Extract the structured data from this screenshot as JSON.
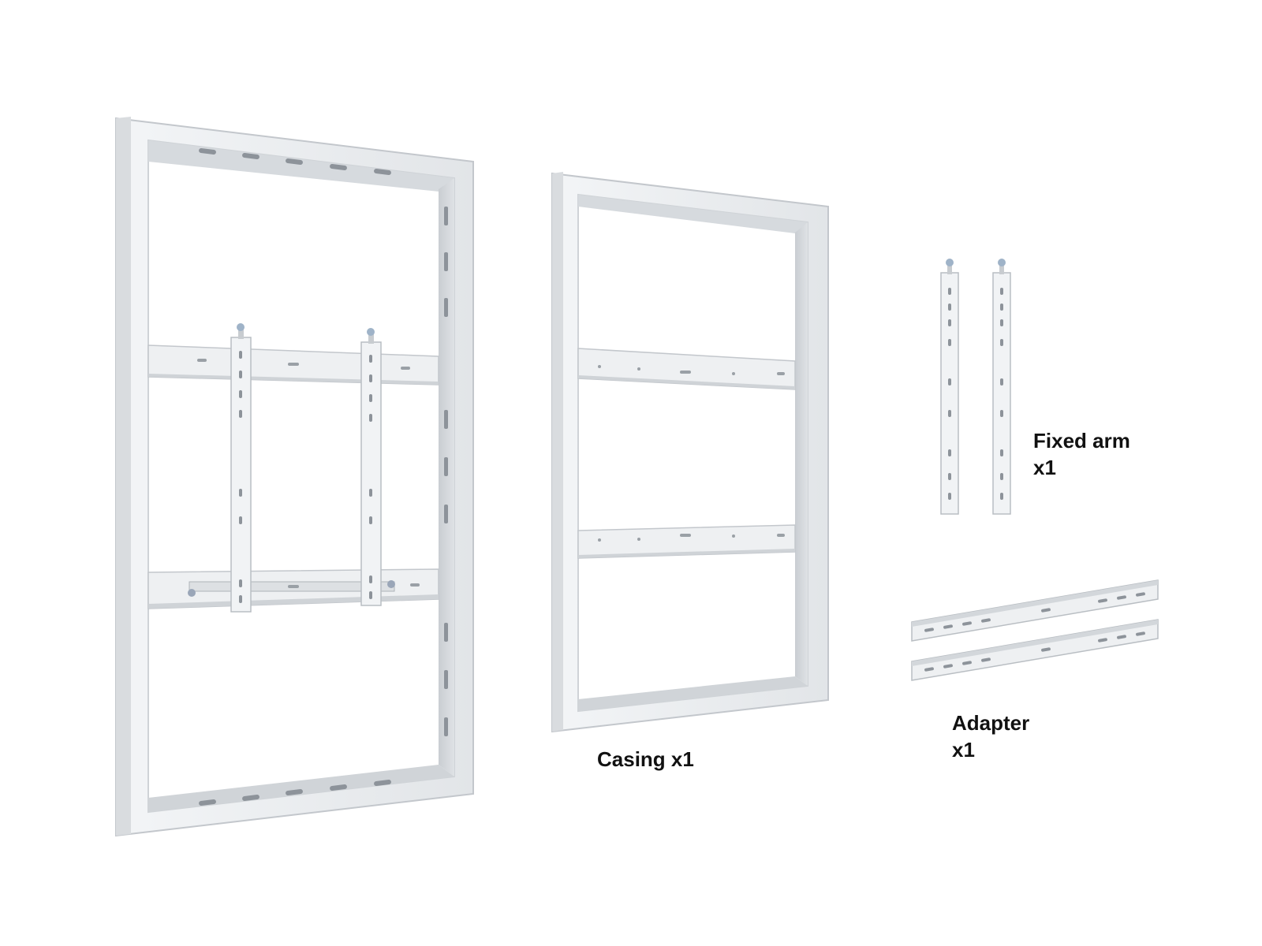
{
  "labels": {
    "casing": "Casing x1",
    "fixed_arm_line1": "Fixed arm",
    "fixed_arm_line2": "x1",
    "adapter_line1": "Adapter",
    "adapter_line2": "x1"
  },
  "colors": {
    "background": "#ffffff",
    "frame_face": "#e9ecef",
    "frame_shadow": "#c6cacf",
    "frame_inner": "#d4d8dc",
    "slot": "#8d939a",
    "text": "#111111"
  }
}
